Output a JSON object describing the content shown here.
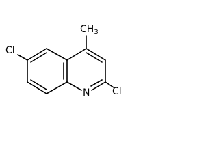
{
  "molecule": {
    "atoms": {
      "methyl": "CH3",
      "methyl_main": "CH",
      "methyl_sub": "3",
      "chlorine_left": "Cl",
      "chlorine_right": "Cl",
      "nitrogen": "N"
    }
  },
  "colors": {
    "bond": "#000000",
    "background": "#ffffff"
  }
}
